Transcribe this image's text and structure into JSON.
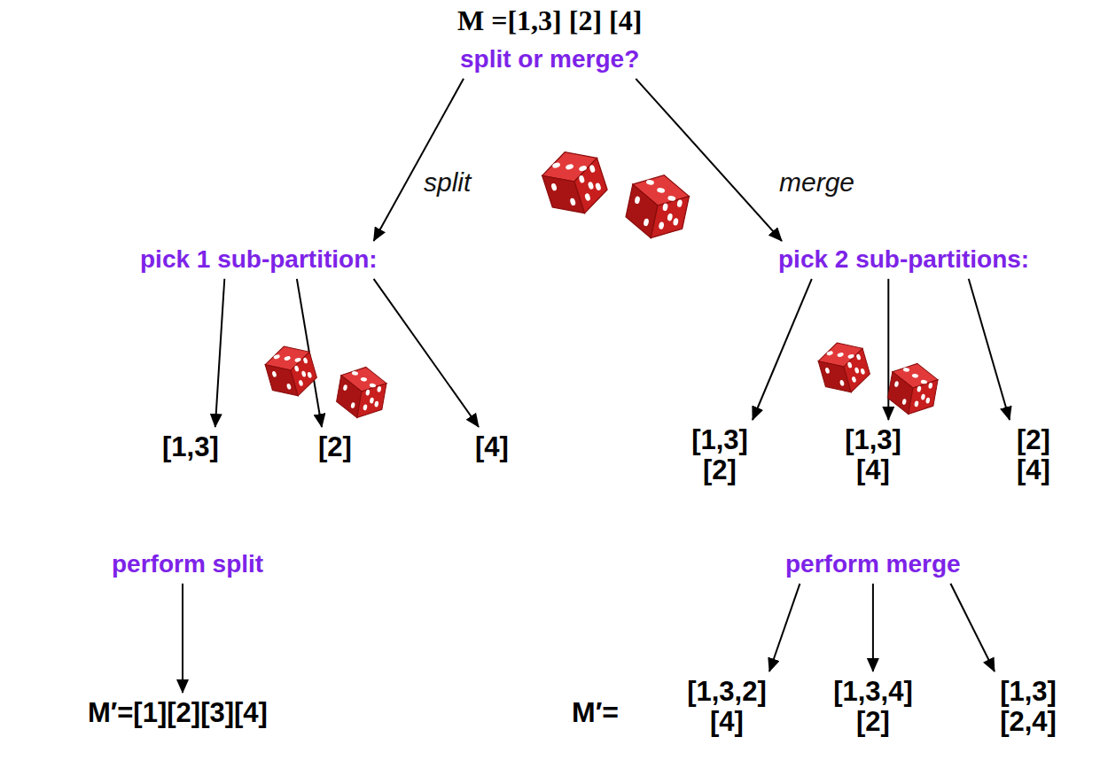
{
  "diagram": {
    "nodes": [
      {
        "text": [
          "M =[1,3] [2] [4]"
        ]
      },
      {
        "text": [
          "split or merge?"
        ]
      },
      {
        "text": [
          "pick 1 sub-partition:"
        ]
      },
      {
        "text": [
          "pick 2 sub-partitions:"
        ]
      },
      {
        "text": [
          "[1,3]"
        ]
      },
      {
        "text": [
          "[2]"
        ]
      },
      {
        "text": [
          "[4]"
        ]
      },
      {
        "text": [
          "[1,3] [2]"
        ]
      },
      {
        "text": [
          "[1,3] [4]"
        ]
      },
      {
        "text": [
          "[2] [4]"
        ]
      },
      {
        "text": [
          "perform split"
        ]
      },
      {
        "text": [
          "perform merge"
        ]
      },
      {
        "text": [
          "M′=[1][2][3][4]"
        ]
      },
      {
        "text": [
          "[1,3,2] [4]"
        ]
      },
      {
        "text": [
          "[1,3,4] [2]"
        ]
      },
      {
        "text": [
          "[1,3] [2,4]"
        ]
      }
    ],
    "edges": [
      {
        "from": 1,
        "to": 2,
        "arrow": "to",
        "label": "split"
      },
      {
        "from": 1,
        "to": 3,
        "arrow": "to",
        "label": "merge"
      },
      {
        "from": 2,
        "to": 4,
        "arrow": "to"
      },
      {
        "from": 2,
        "to": 5,
        "arrow": "to"
      },
      {
        "from": 2,
        "to": 6,
        "arrow": "to"
      },
      {
        "from": 3,
        "to": 7,
        "arrow": "to"
      },
      {
        "from": 3,
        "to": 8,
        "arrow": "to"
      },
      {
        "from": 3,
        "to": 9,
        "arrow": "to"
      },
      {
        "from": 10,
        "to": 12,
        "arrow": "to"
      },
      {
        "from": 11,
        "to": 13,
        "arrow": "to"
      },
      {
        "from": 11,
        "to": 14,
        "arrow": "to"
      },
      {
        "from": 11,
        "to": 15,
        "arrow": "to"
      }
    ],
    "labels": [
      "M′="
    ]
  }
}
